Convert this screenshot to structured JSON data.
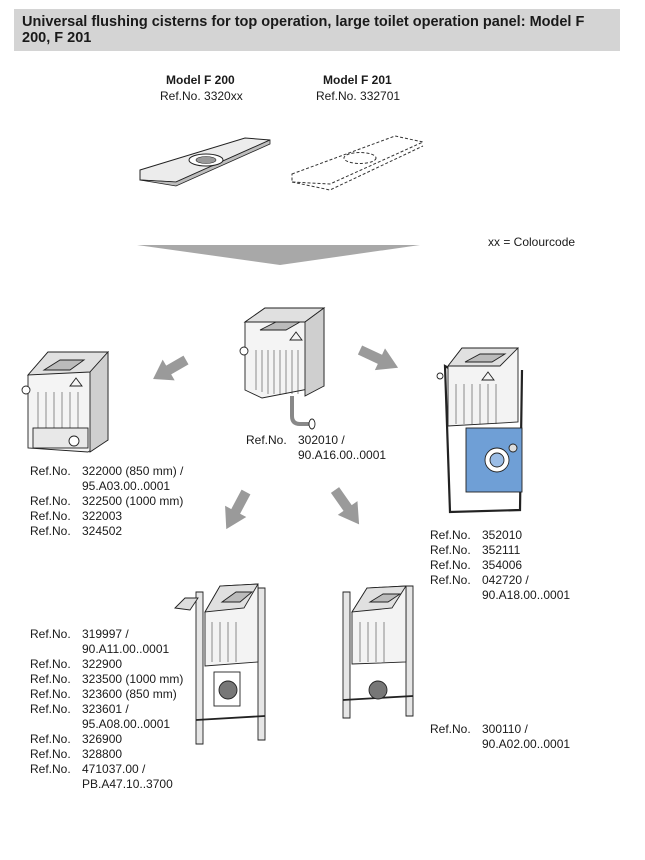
{
  "title": "Universal flushing cisterns for top operation, large toilet operation panel: Model F 200, F 201",
  "panels": [
    {
      "model": "Model F 200",
      "ref": "Ref.No. 3320xx"
    },
    {
      "model": "Model F 201",
      "ref": "Ref.No. 332701"
    }
  ],
  "colour_note": "xx = Colourcode",
  "ref_label": "Ref.No.",
  "center": {
    "lines": [
      "302010 /",
      "90.A16.00..0001"
    ]
  },
  "left": {
    "lines": [
      "322000 (850 mm) /",
      "95.A03.00..0001",
      "322500 (1000 mm)",
      "322003",
      "324502"
    ],
    "labeled": [
      true,
      false,
      true,
      true,
      true
    ]
  },
  "right": {
    "lines": [
      "352010",
      "352111",
      "354006",
      "042720 /",
      "90.A18.00..0001"
    ],
    "labeled": [
      true,
      true,
      true,
      true,
      false
    ]
  },
  "bottom_left": {
    "lines": [
      "319997 /",
      "90.A11.00..0001",
      "322900",
      "323500 (1000 mm)",
      "323600 (850 mm)",
      "323601 /",
      "95.A08.00..0001",
      "326900",
      "328800",
      "471037.00 /",
      "PB.A47.10..3700"
    ],
    "labeled": [
      true,
      false,
      true,
      true,
      true,
      true,
      false,
      true,
      true,
      true,
      false
    ]
  },
  "bottom_right": {
    "lines": [
      "300110 /",
      "90.A02.00..0001"
    ],
    "labeled": [
      true,
      false
    ]
  },
  "colors": {
    "header_bg": "#d4d4d4",
    "arrow": "#9a9a9a",
    "frame_blue": "#6f9fd6"
  }
}
